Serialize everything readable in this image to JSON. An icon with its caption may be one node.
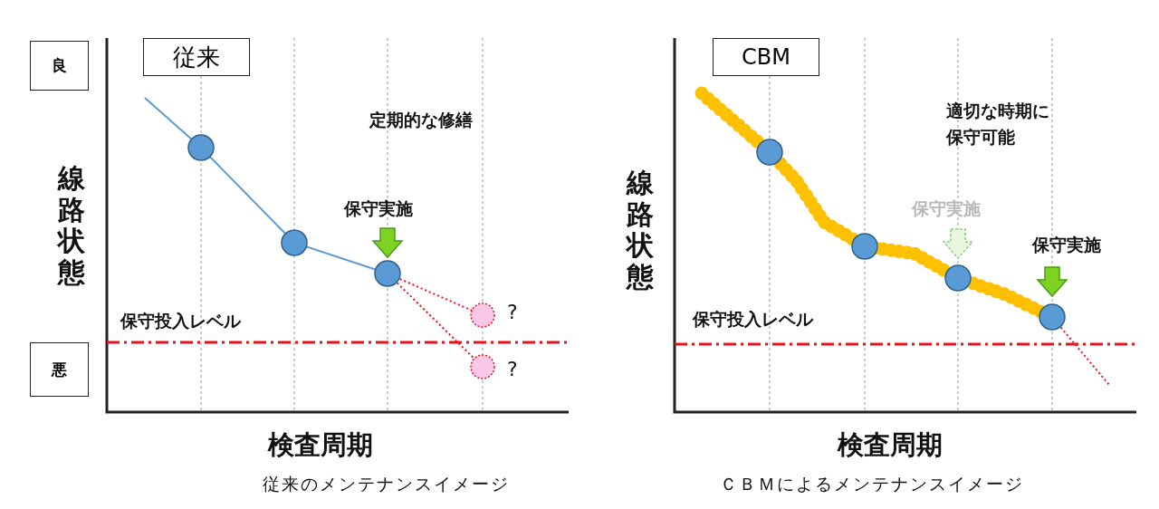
{
  "diagram": {
    "nodes": [
      {
        "text": [
          "良"
        ]
      },
      {
        "text": [
          "従来"
        ]
      },
      {
        "text": [
          "悪"
        ]
      },
      {
        "text": [
          "CBM"
        ]
      }
    ],
    "labels": [
      "線路状態",
      "定期的な修繕",
      "保守実施",
      "保守投入レベル",
      "?",
      "?",
      "検査周期",
      "従来のメンテナンスイメージ",
      "線路状態",
      "適切な時期に保守可能",
      "保守実施",
      "保守実施",
      "保守投入レベル",
      "検査周期",
      "ＣＢＭによるメンテナンスイメージ"
    ]
  }
}
